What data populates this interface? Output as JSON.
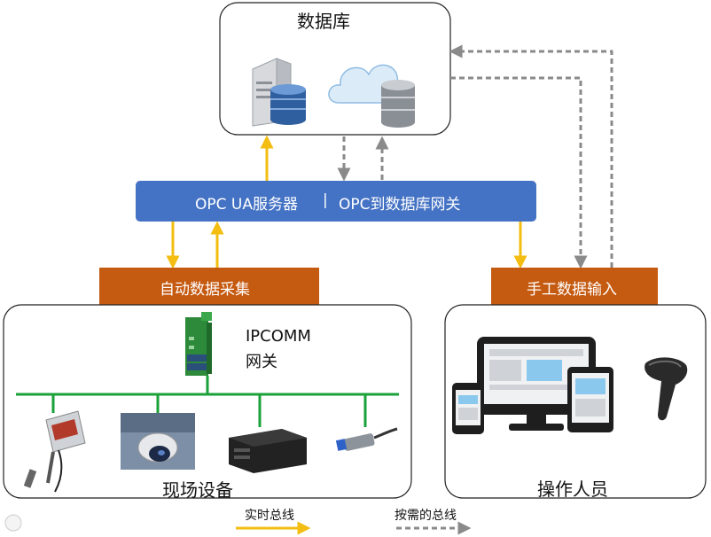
{
  "database": {
    "title": "数据库"
  },
  "server_bar": {
    "left": "OPC UA服务器",
    "separator": "|",
    "right": "OPC到数据库网关"
  },
  "auto_collect": {
    "label": "自动数据采集"
  },
  "manual_input": {
    "label": "手工数据输入"
  },
  "ipcomm": {
    "name": "IPCOMM",
    "sub": "网关"
  },
  "field": {
    "title": "现场设备"
  },
  "operators": {
    "title": "操作人员"
  },
  "legend": {
    "realtime": "实时总线",
    "ondemand": "按需的总线"
  },
  "colors": {
    "realtime": "#f3bd12",
    "ondemand": "#8a8a8a",
    "server_bar": "#4472c4",
    "orange_bar": "#c55a11",
    "bus": "#1aa13a"
  },
  "icons": [
    "server-database-icon",
    "cloud-database-icon",
    "ipcomm-gateway-icon",
    "sensor-icon",
    "dome-camera-icon",
    "industrial-pc-icon",
    "proximity-sensor-icon",
    "devices-icon",
    "barcode-scanner-icon"
  ]
}
